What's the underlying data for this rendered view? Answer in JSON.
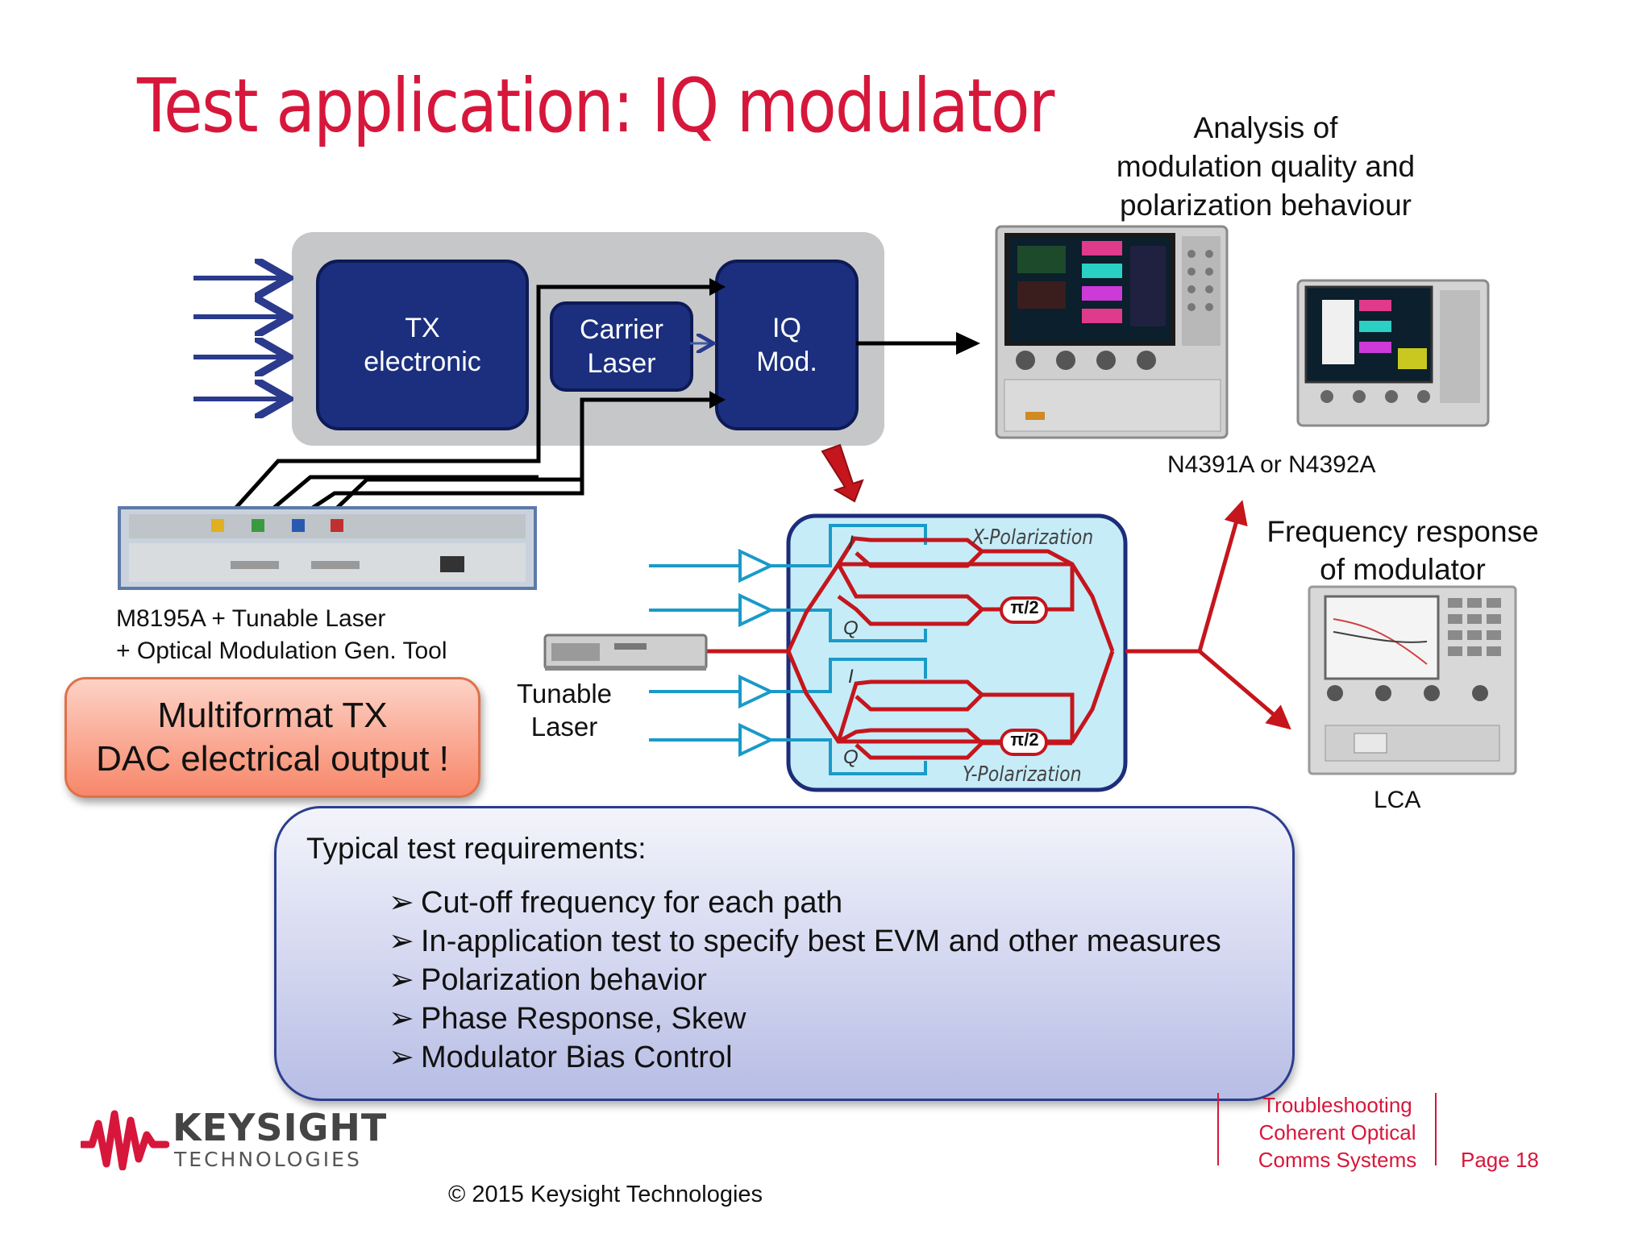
{
  "slide": {
    "title": "Test application: IQ modulator"
  },
  "analysis": {
    "line1": "Analysis of",
    "line2": "modulation quality and",
    "line3": "polarization behaviour",
    "model_label": "N4391A or N4392A"
  },
  "blocks": {
    "tx_line1": "TX",
    "tx_line2": "electronic",
    "carrier_line1": "Carrier",
    "carrier_line2": "Laser",
    "iq_line1": "IQ",
    "iq_line2": "Mod."
  },
  "awg": {
    "caption_line1": "M8195A + Tunable Laser",
    "caption_line2": "+ Optical Modulation Gen. Tool"
  },
  "multiformat": {
    "line1": "Multiformat TX",
    "line2": "DAC electrical output !"
  },
  "tunable_laser": {
    "line1": "Tunable",
    "line2": "Laser"
  },
  "modulator_diagram": {
    "x_pol": "X-Polarization",
    "y_pol": "Y-Polarization",
    "i_label": "I",
    "q_label": "Q",
    "phase_label": "π/2"
  },
  "frequency_response": {
    "line1": "Frequency response",
    "line2": "of modulator",
    "lca_label": "LCA"
  },
  "requirements": {
    "heading": "Typical test requirements:",
    "bullet": "➢",
    "items": [
      "Cut-off frequency for each path",
      "In-application test to specify best EVM and other measures",
      "Polarization behavior",
      "Phase Response, Skew",
      "Modulator Bias Control"
    ]
  },
  "footer": {
    "brand": "KEYSIGHT",
    "brand_sub": "TECHNOLOGIES",
    "copyright": "© 2015 Keysight Technologies",
    "doc_line1": "Troubleshooting",
    "doc_line2": "Coherent Optical",
    "doc_line3": "Comms Systems",
    "page_word": "Page",
    "page_number": "18"
  },
  "colors": {
    "title_red": "#d6173b",
    "block_blue": "#1b2f7e",
    "input_arrow_blue": "#2a3a8c",
    "signal_cyan": "#1a9ac8",
    "optical_red": "#c4161c"
  }
}
